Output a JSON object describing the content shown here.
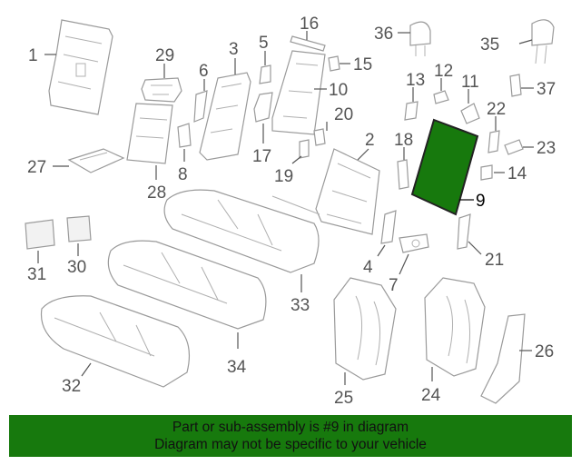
{
  "diagram": {
    "highlight_color": "#17790d",
    "highlighted_part": "9",
    "callouts": [
      "1",
      "2",
      "3",
      "4",
      "5",
      "6",
      "7",
      "8",
      "9",
      "10",
      "11",
      "12",
      "13",
      "14",
      "15",
      "16",
      "17",
      "18",
      "19",
      "20",
      "21",
      "22",
      "23",
      "24",
      "25",
      "26",
      "27",
      "28",
      "29",
      "30",
      "31",
      "32",
      "33",
      "34",
      "35",
      "36",
      "37"
    ]
  },
  "footer": {
    "line1": "Part or sub-assembly is #9 in diagram",
    "line2": "Diagram may not be specific to your vehicle",
    "background": "#17790d"
  }
}
